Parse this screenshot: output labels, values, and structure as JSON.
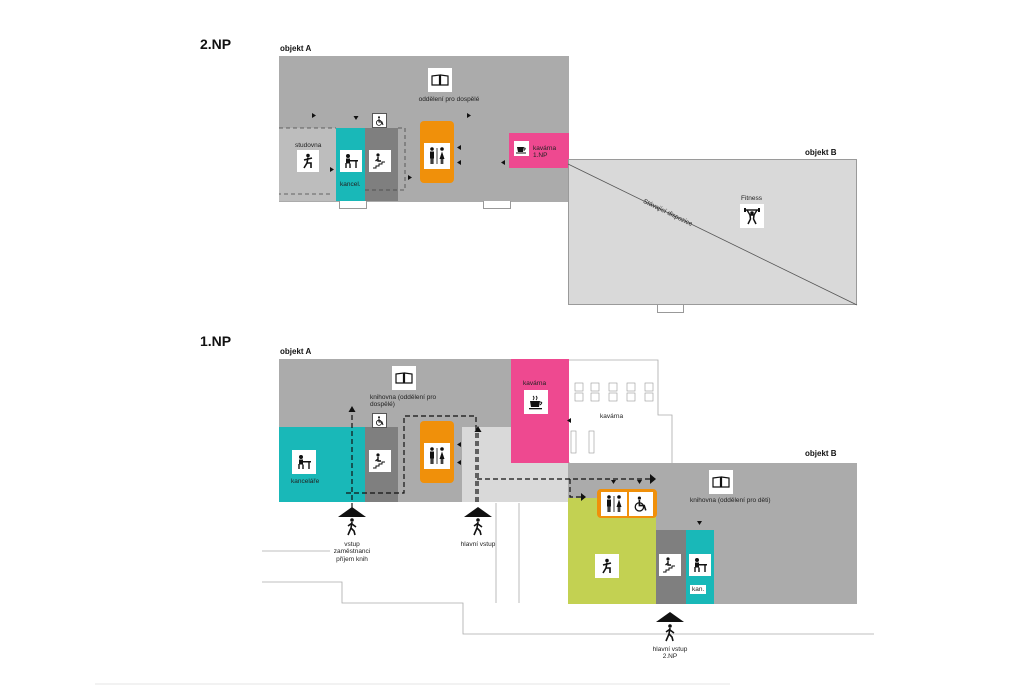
{
  "floors": {
    "upper": {
      "heading": "2.NP",
      "objekt_a": "objekt A",
      "objekt_b": "objekt B",
      "labels": {
        "adults": "oddělení pro dospělé",
        "study": "studovna",
        "office": "kancel.",
        "cafe": "kavárna\n1.NP",
        "existing": "Stávající dispozice",
        "fitness": "Fitness"
      }
    },
    "ground": {
      "heading": "1.NP",
      "objekt_a": "objekt A",
      "objekt_b": "objekt B",
      "labels": {
        "library_adults": "knihovna (oddělení pro\ndospělé)",
        "cafe_room": "kavárna",
        "cafe_hall": "kavárna",
        "offices": "kanceláře",
        "library_kids": "knihovna (oddělení pro děti)",
        "office_short": "kan.",
        "staff_entry": "vstup\nzaměstnanci\npříjem knih",
        "main_entry": "hlavní vstup",
        "main_entry_2": "hlavní vstup\n2.NP"
      }
    }
  },
  "colors": {
    "grey_block": "#ababab",
    "light_block": "#d9d9d9",
    "stair": "#7f7f7f",
    "teal": "#19b8b8",
    "orange": "#f0900a",
    "pink": "#ee4990",
    "lime": "#c3d152"
  },
  "icons": [
    "book-icon",
    "wheelchair-icon",
    "reader-icon",
    "desk-icon",
    "stairs-icon",
    "toilets-icon",
    "coffee-icon",
    "weightlifter-icon",
    "walking-person-icon"
  ]
}
